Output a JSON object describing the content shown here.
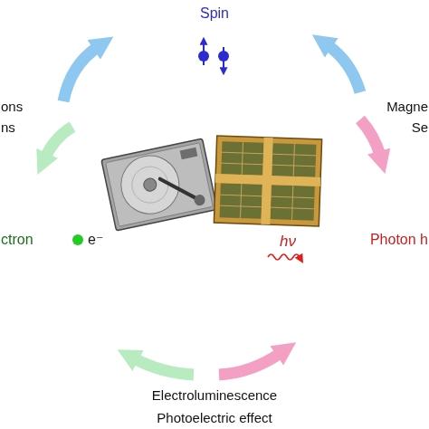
{
  "diagram": {
    "nodes": [
      {
        "text": [
          "Spin"
        ]
      },
      {
        "text": [
          "ctron",
          "e⁻"
        ]
      },
      {
        "text": [
          "Photon h",
          "hν"
        ]
      }
    ],
    "labels": [
      "ons",
      "ns",
      "Magne",
      "Se",
      "Electroluminescence",
      "Photoelectric effect"
    ]
  }
}
